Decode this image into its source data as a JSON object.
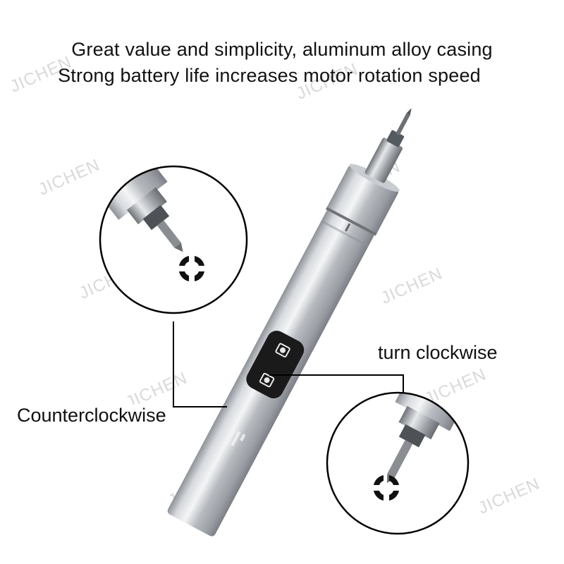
{
  "headline": {
    "line1": "Great value and simplicity, aluminum alloy casing",
    "line2": "Strong battery life increases motor rotation speed"
  },
  "callouts": {
    "clockwise": "turn clockwise",
    "counterclockwise": "Counterclockwise"
  },
  "watermark": "JICHEN",
  "colors": {
    "casing": "#b9bdc2",
    "button_panel": "#1a1a1a",
    "leader_line": "#000000"
  }
}
